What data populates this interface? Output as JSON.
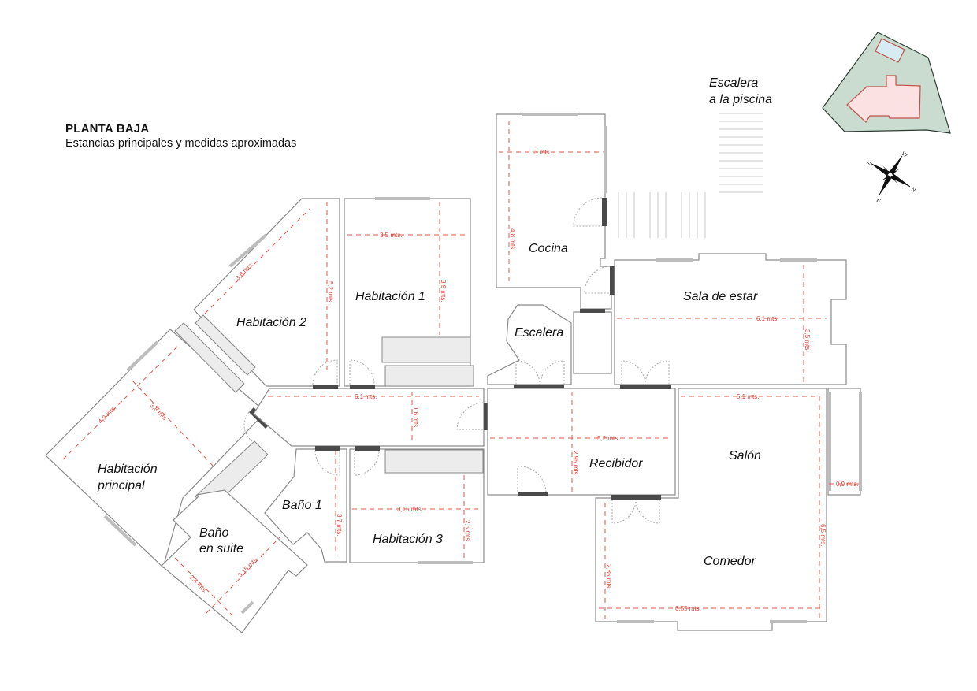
{
  "header": {
    "title": "PLANTA BAJA",
    "subtitle": "Estancias principales y medidas aproximadas"
  },
  "rooms": {
    "cocina": "Cocina",
    "habitacion_1": "Habitación 1",
    "habitacion_2": "Habitación 2",
    "habitacion_principal_l1": "Habitación",
    "habitacion_principal_l2": "principal",
    "bano_suite_l1": "Baño",
    "bano_suite_l2": "en suite",
    "bano_1": "Baño 1",
    "habitacion_3": "Habitación 3",
    "escalera": "Escalera",
    "recibidor": "Recibidor",
    "sala_de_estar": "Sala de estar",
    "salon": "Salón",
    "comedor": "Comedor",
    "escalera_piscina_l1": "Escalera",
    "escalera_piscina_l2": "a la piscina"
  },
  "dimensions": {
    "cocina_width": "3 mts.",
    "cocina_length": "4,8 mts.",
    "habitacion_1_width": "3,5 mts.",
    "habitacion_1_length": "3,9 mts.",
    "habitacion_2_diag": "3,8 mts.",
    "habitacion_2_length": "5,2 mts.",
    "habitacion_principal_a": "4,9 mts.",
    "habitacion_principal_b": "3,8 mts.",
    "pasillo_length": "6,1 mts.",
    "pasillo_width": "1,6 mts.",
    "bano_1_length": "3,7 mts.",
    "bano_suite_a": "2,4 mts.",
    "bano_suite_b": "3,15 mts.",
    "habitacion_3_width": "3,15 mts.",
    "habitacion_3_length": "2,5 mts.",
    "recibidor_width": "5,2 mts.",
    "recibidor_length": "2,95 mts.",
    "sala_width": "6,1 mts.",
    "sala_length": "3,5 mts.",
    "salon_width": "5,1 mts.",
    "salon_comedor_length": "6,5 mts.",
    "terraza_width": "0,9 mts.",
    "comedor_width": "6,55 mts.",
    "comedor_length": "2,85 mts."
  },
  "compass": {
    "n": "N",
    "s": "S",
    "e": "E",
    "w": "W"
  },
  "colors": {
    "dimension": "#d9443a",
    "wall": "#8a8a8a",
    "door": "#4a4a4a",
    "window": "#bdbdbd",
    "closet": "#ececec",
    "site_green": "#c9dccf",
    "house_pink": "#fbe1e1",
    "pool_blue": "#d6ecf2",
    "outline_red": "#c0524a"
  }
}
